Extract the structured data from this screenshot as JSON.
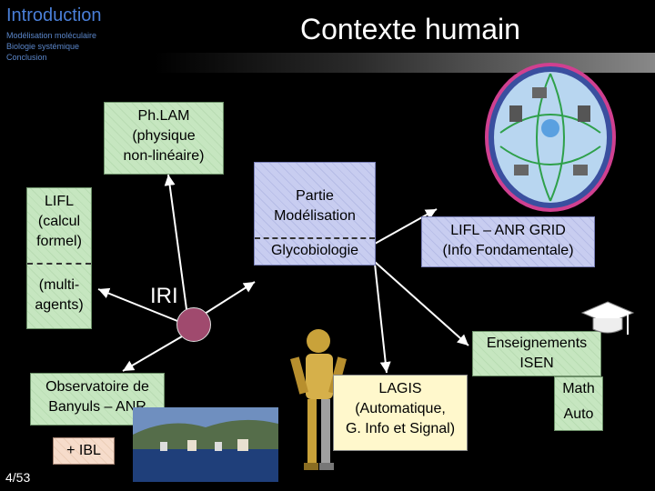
{
  "nav": {
    "current": "Introduction",
    "items": [
      "Modélisation moléculaire",
      "Biologie systémique",
      "Conclusion"
    ]
  },
  "slide": {
    "title": "Contexte humain",
    "page": "4/53"
  },
  "boxes": {
    "phlam": [
      "Ph.LAM",
      "(physique",
      "non-linéaire)"
    ],
    "lifl_calc": [
      "LIFL",
      "(calcul",
      "formel)"
    ],
    "lifl_multi": [
      "(multi-",
      "agents)"
    ],
    "partie_modelisation": [
      "Partie",
      "Modélisation"
    ],
    "glycobiologie": "Glycobiologie",
    "lifl_grid": [
      "LIFL – ANR GRID",
      "(Info Fondamentale)"
    ],
    "iri": "IRI",
    "enseignements": [
      "Enseignements",
      "ISEN"
    ],
    "math": "Math",
    "auto": "Auto",
    "observatoire": [
      "Observatoire de",
      "Banyuls – ANR"
    ],
    "ibl": "+ IBL",
    "lagis": [
      "LAGIS",
      "(Automatique,",
      "G. Info et Signal)"
    ]
  },
  "colors": {
    "nav_accent": "#4a7fd8",
    "iri_node": "#a04a6e",
    "arrow": "#ffffff"
  }
}
